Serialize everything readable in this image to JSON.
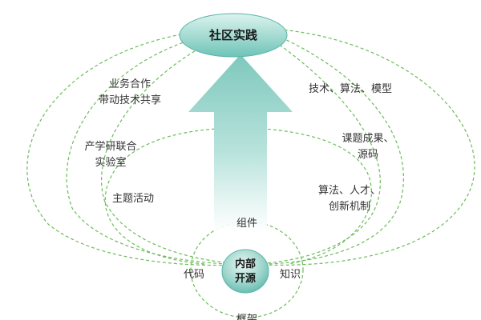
{
  "diagram": {
    "top_node": {
      "label": "社区实践"
    },
    "center_node": {
      "line1": "内部",
      "line2": "开源"
    },
    "left_labels": {
      "business": [
        "业务合作",
        "带动技术共享"
      ],
      "lab": [
        "产学研联合",
        "实验室"
      ],
      "activity": "主题活动"
    },
    "right_labels": {
      "tech": "技术、算法、模型",
      "research": [
        "课题成果、",
        "源码"
      ],
      "talent": [
        "算法、人才、",
        "创新机制"
      ]
    },
    "inner_circle": {
      "top": "组件",
      "left": "代码",
      "right": "知识",
      "bottom": "框架"
    }
  },
  "colors": {
    "ellipse_fill_top": "#dcf3f0",
    "ellipse_fill_bottom": "#6fc3b7",
    "ellipse_stroke": "#5bb3a7",
    "arrow_top": "#7ec8bd",
    "arrow_bottom": "#ffffff",
    "dashed_line": "#6cbc5a"
  }
}
